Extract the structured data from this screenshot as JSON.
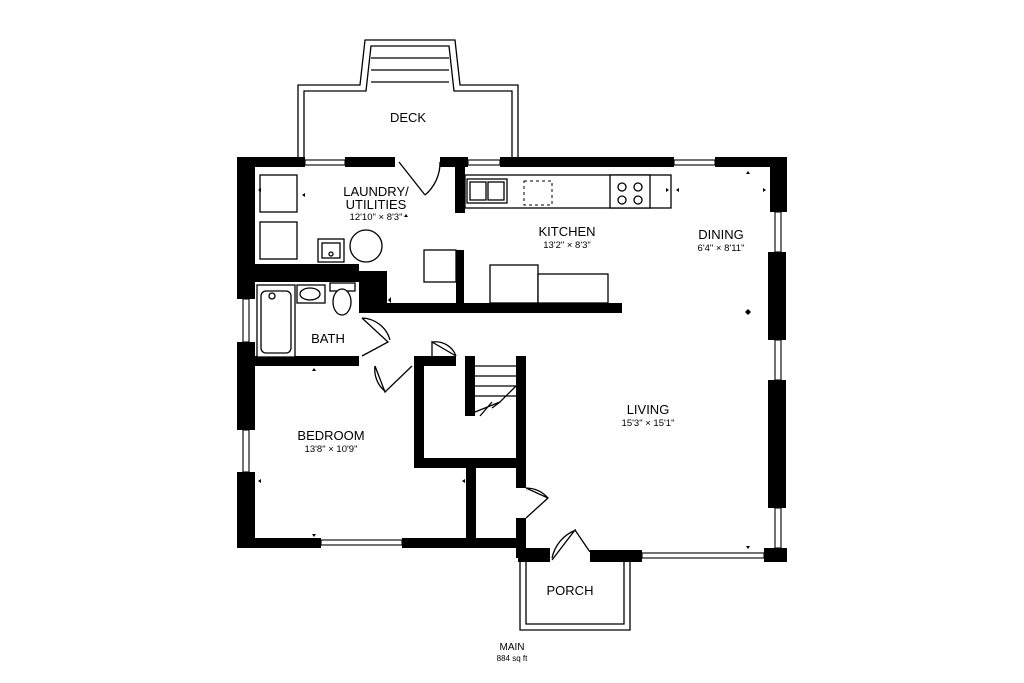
{
  "rooms": {
    "deck": {
      "name": "DECK"
    },
    "laundry": {
      "name_line1": "LAUNDRY/",
      "name_line2": "UTILITIES",
      "dims": "12'10\" × 8'3\""
    },
    "kitchen": {
      "name": "KITCHEN",
      "dims": "13'2\" × 8'3\""
    },
    "dining": {
      "name": "DINING",
      "dims": "6'4\" × 8'11\""
    },
    "bath": {
      "name": "BATH"
    },
    "bedroom": {
      "name": "BEDROOM",
      "dims": "13'8\" × 10'9\""
    },
    "living": {
      "name": "LIVING",
      "dims": "15'3\" × 15'1\""
    },
    "porch": {
      "name": "PORCH"
    }
  },
  "footer": {
    "floor": "MAIN",
    "area": "884 sq ft"
  },
  "colors": {
    "wall": "#000000",
    "background": "#ffffff"
  }
}
